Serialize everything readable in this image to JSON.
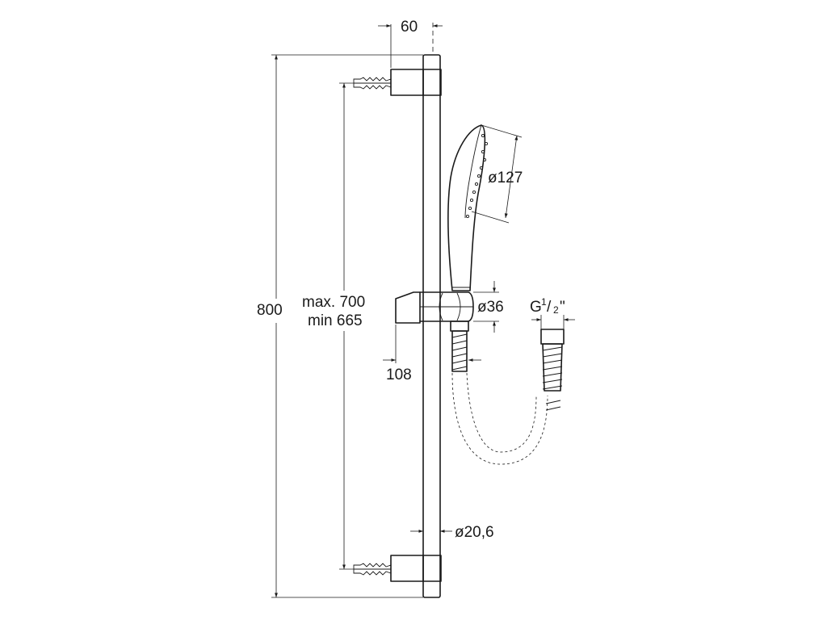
{
  "dimensions": {
    "total_height": "800",
    "max_spacing": "max. 700",
    "min_spacing": "min 665",
    "wall_offset": "60",
    "slider_offset": "108",
    "shower_head_dia": "ø127",
    "holder_dia": "ø36",
    "bar_dia": "ø20,6",
    "thread_g": "G",
    "thread_num": "1",
    "thread_slash": "/",
    "thread_den": "2",
    "thread_quote": "\""
  }
}
